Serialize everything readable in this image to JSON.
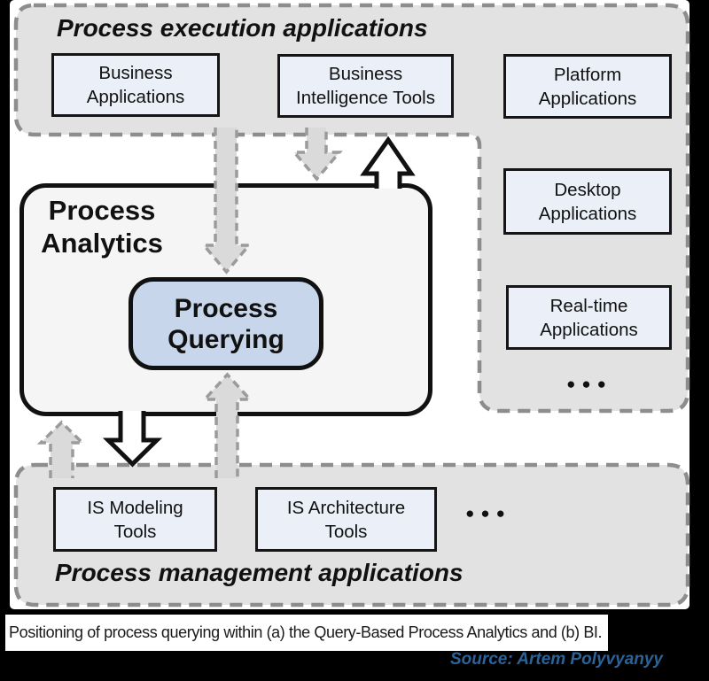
{
  "diagram": {
    "execution": {
      "title": "Process execution applications",
      "business_apps": "Business\nApplications",
      "bi_tools": "Business\nIntelligence Tools"
    },
    "platform_column": {
      "platform": "Platform\nApplications",
      "desktop": "Desktop\nApplications",
      "realtime": "Real-time\nApplications",
      "ellipsis": "●●●"
    },
    "analytics": {
      "title": "Process\nAnalytics",
      "querying": "Process\nQuerying"
    },
    "management": {
      "title": "Process management applications",
      "is_modeling": "IS Modeling\nTools",
      "is_architecture": "IS Architecture\nTools",
      "ellipsis": "●●●"
    }
  },
  "caption": {
    "text": "Positioning of process querying within (a) the Query-Based Process Analytics and (b) BI."
  },
  "source": {
    "text": "Source: Artem Polyvyanyy"
  },
  "colors": {
    "frame": "#000000",
    "canvas": "#ffffff",
    "ink": "#111111",
    "region_fill": "#e2e2e2",
    "region_border": "#8d8d8d",
    "box_fill": "#eaeff8",
    "box_border": "#151515",
    "analytics_fill": "#f5f5f5",
    "querying_fill": "#c7d6ea",
    "arrow_gray_fill": "#dadada",
    "arrow_gray_stroke": "#9b9b9b",
    "source_blue": "#2b6398"
  }
}
